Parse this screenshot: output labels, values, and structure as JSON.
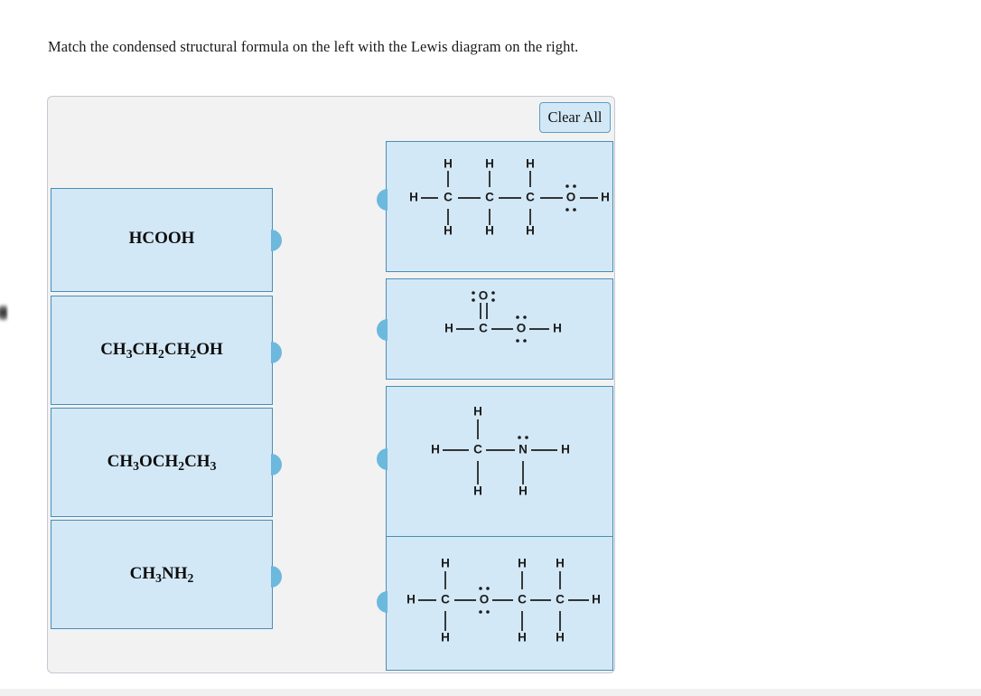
{
  "prompt": "Match the condensed structural formula on the left with the Lewis diagram on the right.",
  "colors": {
    "tile_fill": "#d3e8f6",
    "tile_border": "#4a8db5",
    "knob": "#6cb9dd",
    "panel_fill": "#f2f2f2",
    "panel_border": "#c3c9d2",
    "text": "#0d0d0d"
  },
  "toolbar": {
    "clear_all_label": "Clear All"
  },
  "left_column": {
    "items": [
      {
        "id": "formula-hcooh",
        "formula_html": "HCOOH"
      },
      {
        "id": "formula-propanol",
        "formula_html": "CH<sub>3</sub>CH<sub>2</sub>CH<sub>2</sub>OH"
      },
      {
        "id": "formula-methoxyethane",
        "formula_html": "CH<sub>3</sub>OCH<sub>2</sub>CH<sub>3</sub>"
      },
      {
        "id": "formula-methylamine",
        "formula_html": "CH<sub>3</sub>NH<sub>2</sub>"
      }
    ]
  },
  "right_column": {
    "items": [
      {
        "id": "lewis-propanol",
        "name": "lewis-diagram-propanol",
        "atoms": [
          "H",
          "C",
          "C",
          "C",
          "O",
          "H",
          "H",
          "H",
          "H",
          "H",
          "H",
          "H"
        ],
        "description": "H-C(H2)-C(H2)-C(H2)-O-H with two lone pairs on oxygen"
      },
      {
        "id": "lewis-formic-acid",
        "name": "lewis-diagram-formic-acid",
        "atoms": [
          "O",
          "H",
          "C",
          "O",
          "H"
        ],
        "description": "H-C double bonded to O above, single bonded to O-H; lone pairs on both oxygens"
      },
      {
        "id": "lewis-methylamine",
        "name": "lewis-diagram-methylamine",
        "atoms": [
          "H",
          "H",
          "C",
          "N",
          "H",
          "H",
          "H"
        ],
        "description": "H3C-NH2 with one lone pair above nitrogen"
      },
      {
        "id": "lewis-methoxyethane",
        "name": "lewis-diagram-methoxyethane",
        "atoms": [
          "H",
          "C",
          "O",
          "C",
          "C",
          "H",
          "H",
          "H",
          "H",
          "H",
          "H"
        ],
        "description": "H-C(H2)-O-C(H2)-C(H2)-H with two lone pairs on the ether oxygen"
      }
    ]
  }
}
